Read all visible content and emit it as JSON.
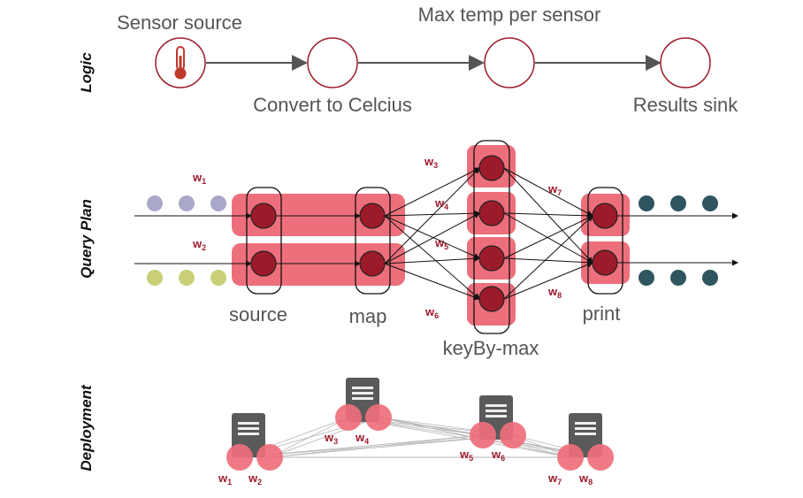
{
  "sections": {
    "logic": "Logic",
    "query_plan": "Query Plan",
    "deployment": "Deployment"
  },
  "logic": {
    "nodes": [
      "Sensor source",
      "Convert to Celcius",
      "Max temp per sensor",
      "Results sink"
    ],
    "source_icon": "thermometer-icon"
  },
  "query_plan": {
    "operators": [
      "source",
      "map",
      "keyBy-max",
      "print"
    ],
    "workers": [
      {
        "label": "w",
        "sub": "1"
      },
      {
        "label": "w",
        "sub": "2"
      },
      {
        "label": "w",
        "sub": "3"
      },
      {
        "label": "w",
        "sub": "4"
      },
      {
        "label": "w",
        "sub": "5"
      },
      {
        "label": "w",
        "sub": "6"
      },
      {
        "label": "w",
        "sub": "7"
      },
      {
        "label": "w",
        "sub": "8"
      }
    ],
    "input_streams": [
      {
        "color": "#aaa8c8",
        "count": 3
      },
      {
        "color": "#c9cf77",
        "count": 3
      }
    ],
    "output_color": "#2e5560"
  },
  "deployment": {
    "server_icon": "server-icon",
    "machines": [
      {
        "workers": [
          {
            "label": "w",
            "sub": "1"
          },
          {
            "label": "w",
            "sub": "2"
          }
        ]
      },
      {
        "workers": [
          {
            "label": "w",
            "sub": "3"
          },
          {
            "label": "w",
            "sub": "4"
          }
        ]
      },
      {
        "workers": [
          {
            "label": "w",
            "sub": "5"
          },
          {
            "label": "w",
            "sub": "6"
          }
        ]
      },
      {
        "workers": [
          {
            "label": "w",
            "sub": "7"
          },
          {
            "label": "w",
            "sub": "8"
          }
        ]
      }
    ]
  },
  "colors": {
    "accent_red": "#9c1b2a",
    "worker_fill": "#ee6f7c",
    "node_dark": "#9c1b2a",
    "server": "#5a5a5a"
  }
}
